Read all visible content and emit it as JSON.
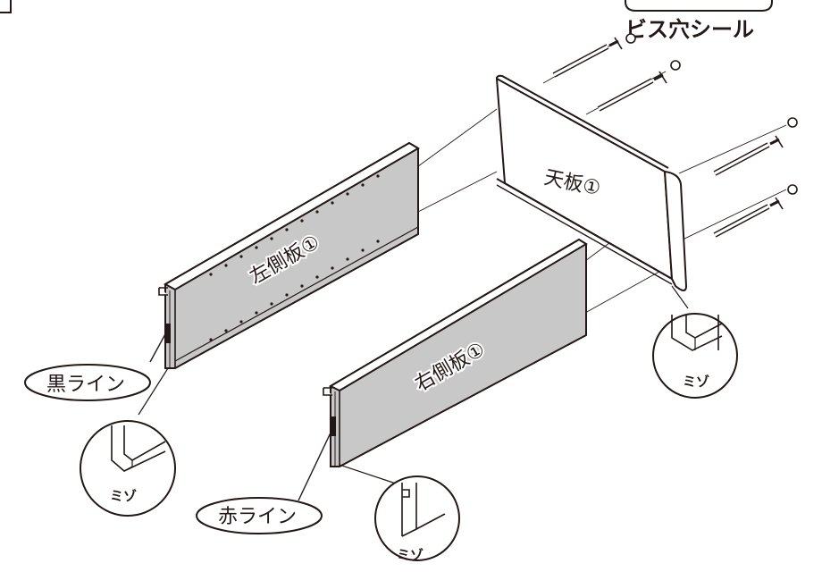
{
  "labels": {
    "screw_hole_seal": "ビス穴シール",
    "top_board": "天板①",
    "left_side_board": "左側板①",
    "right_side_board": "右側板①",
    "black_line": "黒ライン",
    "red_line": "赤ライン",
    "groove": "ミゾ"
  },
  "colors": {
    "ink": "#231815",
    "panel_fill": "#c8c8c8",
    "paper": "#ffffff"
  }
}
